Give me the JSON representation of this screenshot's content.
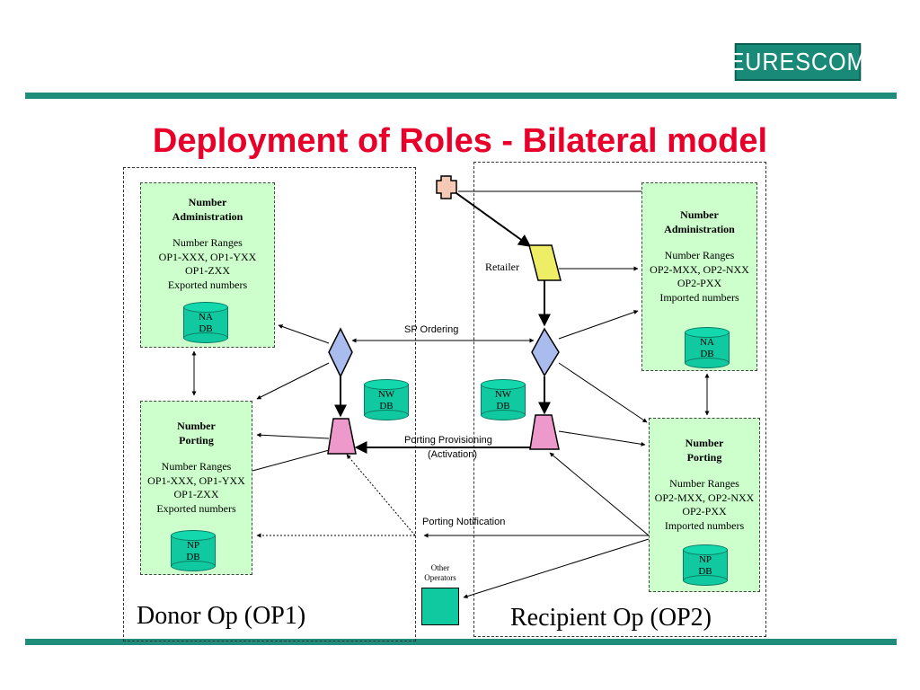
{
  "logo": "EURESCOM",
  "title": "Deployment of Roles - Bilateral model",
  "regions": {
    "donor": "Donor Op (OP1)",
    "recipient": "Recipient Op (OP2)"
  },
  "op1_na": {
    "heading1": "Number",
    "heading2": "Administration",
    "line1": "Number Ranges",
    "line2": "OP1-XXX, OP1-YXX",
    "line3": "OP1-ZXX",
    "line4": "Exported numbers",
    "db1": "NA",
    "db2": "DB"
  },
  "op1_np": {
    "heading1": "Number",
    "heading2": "Porting",
    "line1": "Number Ranges",
    "line2": "OP1-XXX, OP1-YXX",
    "line3": "OP1-ZXX",
    "line4": "Exported numbers",
    "db1": "NP",
    "db2": "DB"
  },
  "op2_na": {
    "heading1": "Number",
    "heading2": "Administration",
    "line1": "Number Ranges",
    "line2": "OP2-MXX, OP2-NXX",
    "line3": "OP2-PXX",
    "line4": "Imported numbers",
    "db1": "NA",
    "db2": "DB"
  },
  "op2_np": {
    "heading1": "Number",
    "heading2": "Porting",
    "line1": "Number Ranges",
    "line2": "OP2-MXX, OP2-NXX",
    "line3": "OP2-PXX",
    "line4": "Imported numbers",
    "db1": "NP",
    "db2": "DB"
  },
  "nw_db_left": {
    "l1": "NW",
    "l2": "DB"
  },
  "nw_db_right": {
    "l1": "NW",
    "l2": "DB"
  },
  "retailer": "Retailer",
  "sp_ordering": "SP Ordering",
  "porting_provisioning": "Porting Provisioning",
  "activation": "(Activation)",
  "porting_notification": "Porting Notification",
  "other_operators_1": "Other",
  "other_operators_2": "Operators",
  "colors": {
    "accent_bar": "#1f8c7c",
    "title": "#e8002a",
    "panel": "#ccffcc",
    "db": "#10c9a0",
    "diamond": "#aabbee",
    "trapezoid": "#ee99cc",
    "retailer_shape": "#eeee66",
    "customer_shape": "#f5c9b5"
  }
}
